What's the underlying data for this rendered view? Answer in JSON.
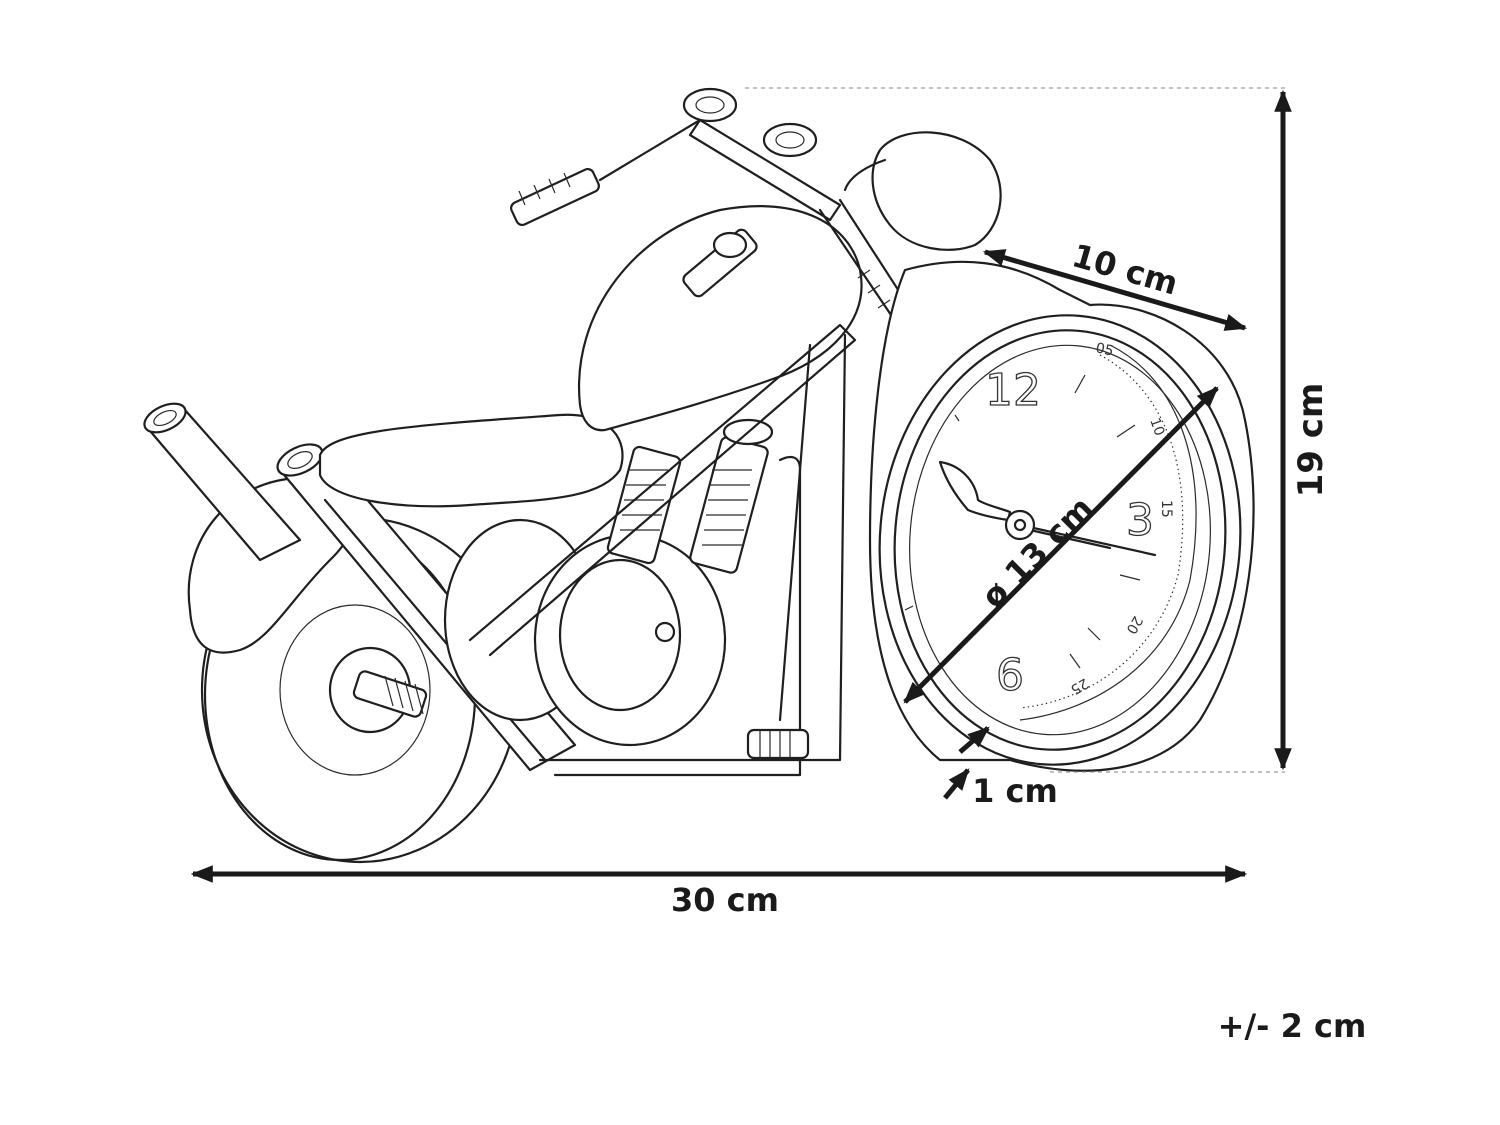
{
  "dimensions": {
    "width": "30 cm",
    "height": "19 cm",
    "depth": "10 cm",
    "clock_diameter": "ø 13 cm",
    "frame_thickness": "1 cm",
    "tolerance": "+/- 2 cm"
  },
  "clock_face": {
    "hour_numerals": [
      "12",
      "3",
      "6"
    ],
    "scale_labels": [
      "05",
      "10",
      "15",
      "20",
      "25"
    ]
  },
  "colors": {
    "line": "#1f1f1f",
    "background": "#ffffff",
    "guide": "#9a9a9a"
  }
}
